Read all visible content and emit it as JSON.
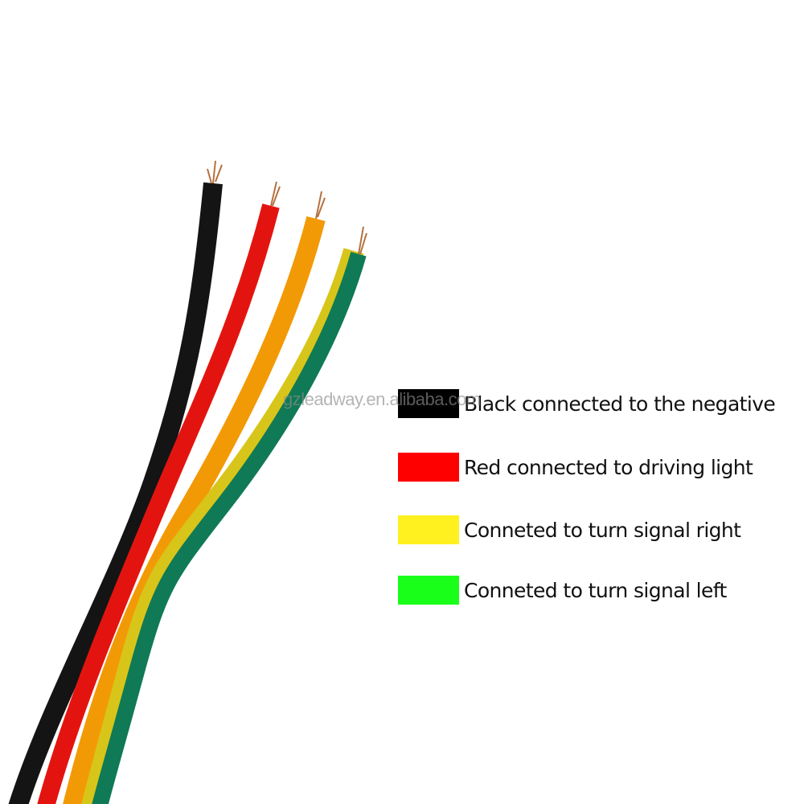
{
  "watermark": "gzleadway.en.alibaba.com",
  "wires": [
    {
      "name": "black",
      "color": "#141414"
    },
    {
      "name": "red",
      "color": "#e3140f"
    },
    {
      "name": "orange",
      "color": "#f29a05"
    },
    {
      "name": "green",
      "color": "#0f7a55",
      "stripe": "#d8c51a"
    }
  ],
  "legend": [
    {
      "color": "#000000",
      "label": "Black connected to the negative"
    },
    {
      "color": "#ff0000",
      "label": "Red connected to driving light"
    },
    {
      "color": "#fff020",
      "label": "Conneted to turn signal right"
    },
    {
      "color": "#1aff1a",
      "label": "Conneted to turn signal left"
    }
  ]
}
